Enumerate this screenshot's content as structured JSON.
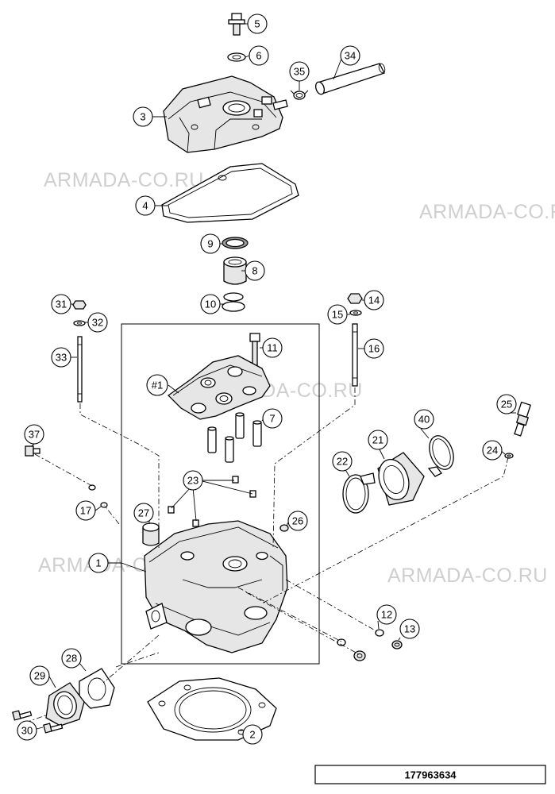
{
  "watermark": "ARMADA-CO.RU",
  "document_number": "177963634",
  "callouts": {
    "c1": "1",
    "c2": "2",
    "c3": "3",
    "c4": "4",
    "c5": "5",
    "c6": "6",
    "c7": "7",
    "c8": "8",
    "c9": "9",
    "c10": "10",
    "c11": "11",
    "c12": "12",
    "c13": "13",
    "c14": "14",
    "c15": "15",
    "c16": "16",
    "c17": "17",
    "c21": "21",
    "c22": "22",
    "c23": "23",
    "c24": "24",
    "c25": "25",
    "c26": "26",
    "c27": "27",
    "c28": "28",
    "c29": "29",
    "c30": "30",
    "c31": "31",
    "c32": "32",
    "c33": "33",
    "c34": "34",
    "c35": "35",
    "c37": "37",
    "c40": "40",
    "assembly": "#1"
  }
}
